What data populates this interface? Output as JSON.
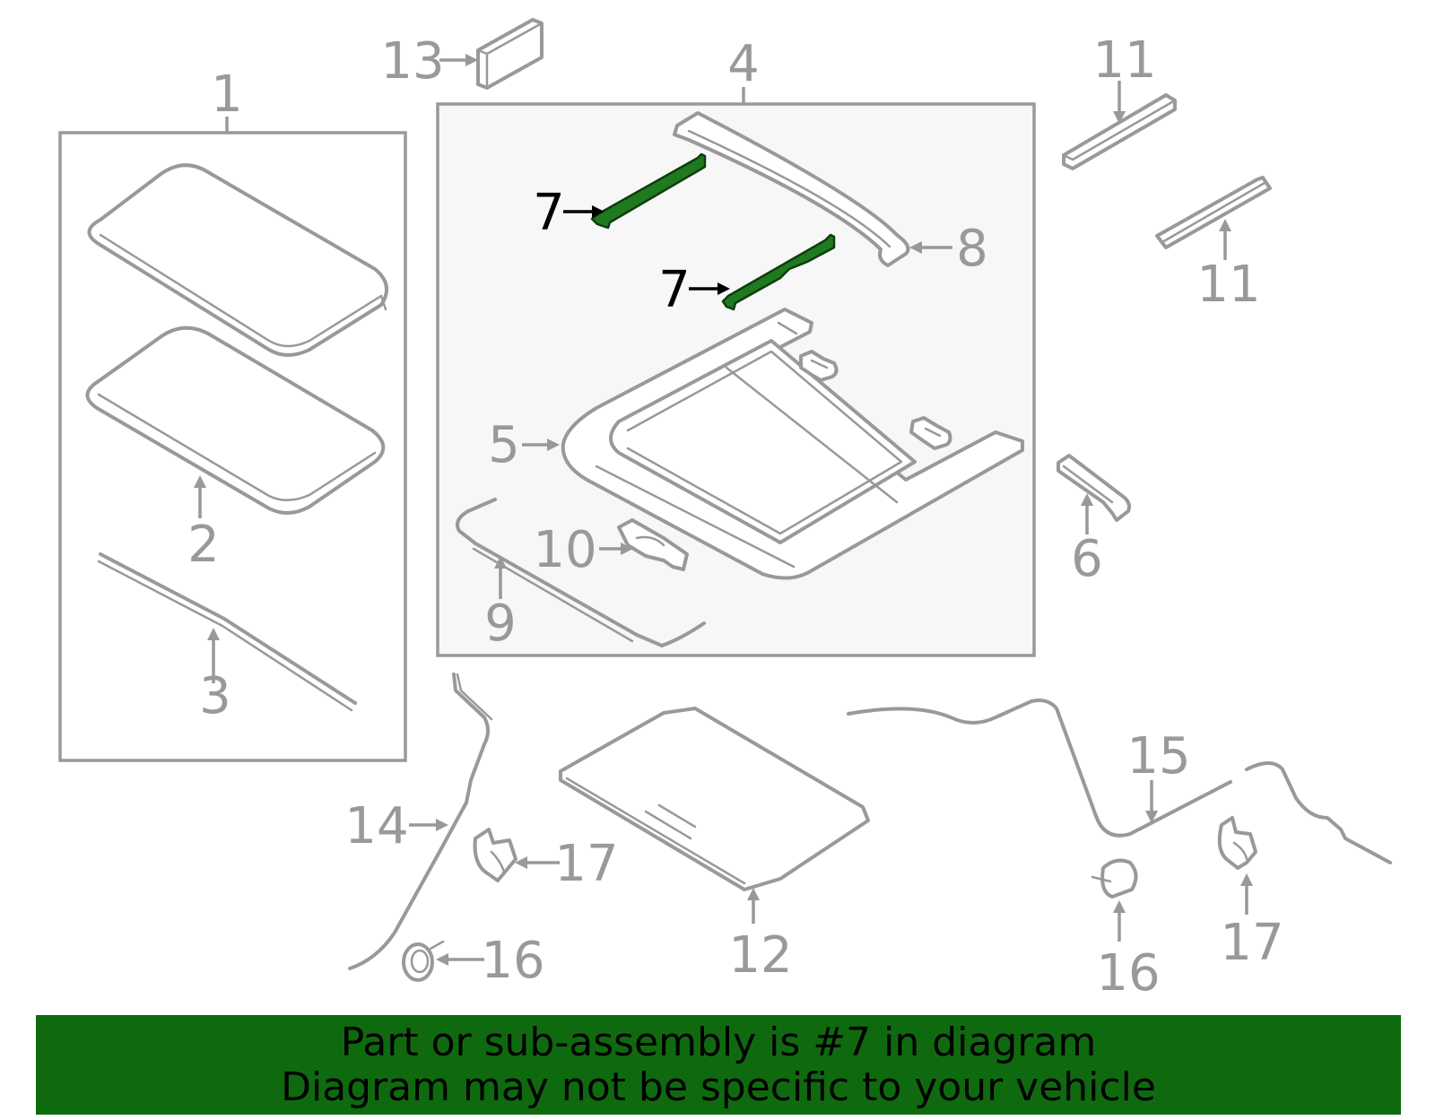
{
  "callouts": {
    "c1": "1",
    "c2": "2",
    "c3": "3",
    "c4": "4",
    "c5": "5",
    "c6": "6",
    "c7a": "7",
    "c7b": "7",
    "c8": "8",
    "c9": "9",
    "c10": "10",
    "c11a": "11",
    "c11b": "11",
    "c12": "12",
    "c13": "13",
    "c14": "14",
    "c15": "15",
    "c16a": "16",
    "c16b": "16",
    "c17a": "17",
    "c17b": "17"
  },
  "highlighted_part": "7",
  "colors": {
    "part_lines": "#999999",
    "highlight_fill": "#1f7a1f",
    "banner_bg": "#0f6a0f",
    "banner_text": "#000000",
    "assembly_box_bg": "#f7f7f7"
  },
  "banner": {
    "line1": "Part or sub-assembly is #7 in diagram",
    "line2": "Diagram may not be specific to your vehicle"
  }
}
